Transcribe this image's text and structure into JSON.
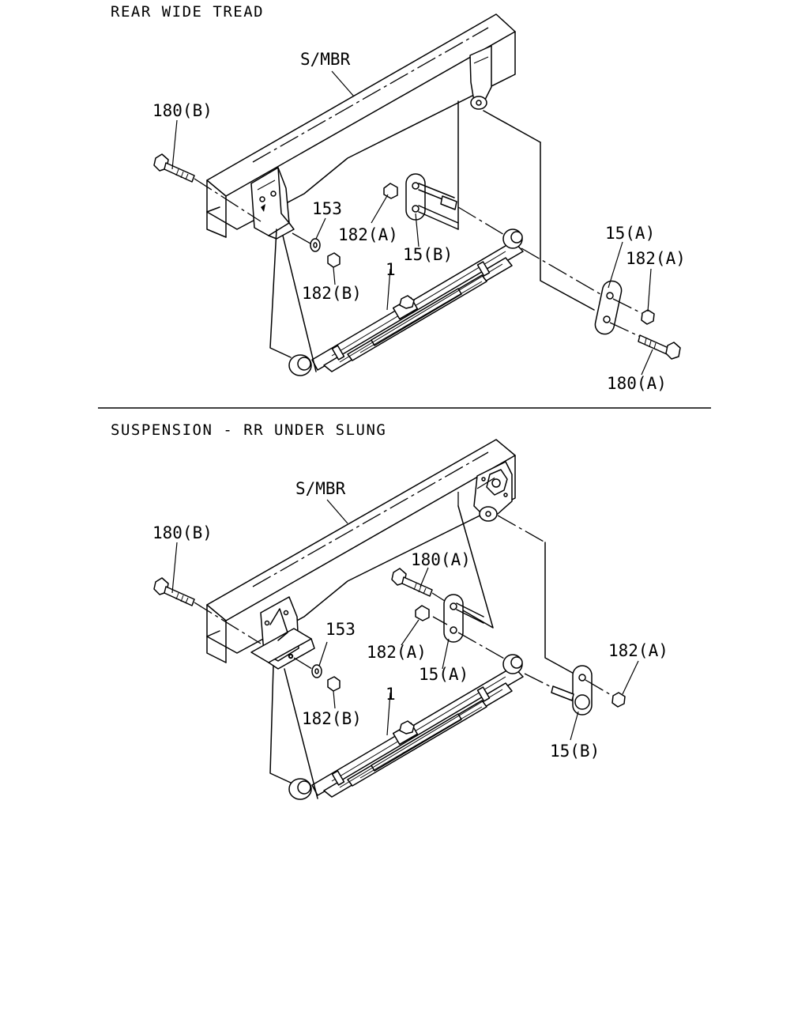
{
  "sections": [
    {
      "title": "REAR WIDE TREAD",
      "labels": {
        "member": "S/MBR",
        "bolt_b": "180(B)",
        "washer": "153",
        "nut_a_inner": "182(A)",
        "shackle_b": "15(B)",
        "spring": "1",
        "nut_b": "182(B)",
        "shackle_a": "15(A)",
        "nut_a_outer": "182(A)",
        "bolt_a": "180(A)"
      }
    },
    {
      "title": "SUSPENSION - RR UNDER SLUNG",
      "labels": {
        "member": "S/MBR",
        "bolt_b": "180(B)",
        "bolt_a": "180(A)",
        "washer": "153",
        "nut_a_inner": "182(A)",
        "shackle_a": "15(A)",
        "spring": "1",
        "nut_b": "182(B)",
        "shackle_b": "15(B)",
        "nut_a_outer": "182(A)"
      }
    }
  ]
}
